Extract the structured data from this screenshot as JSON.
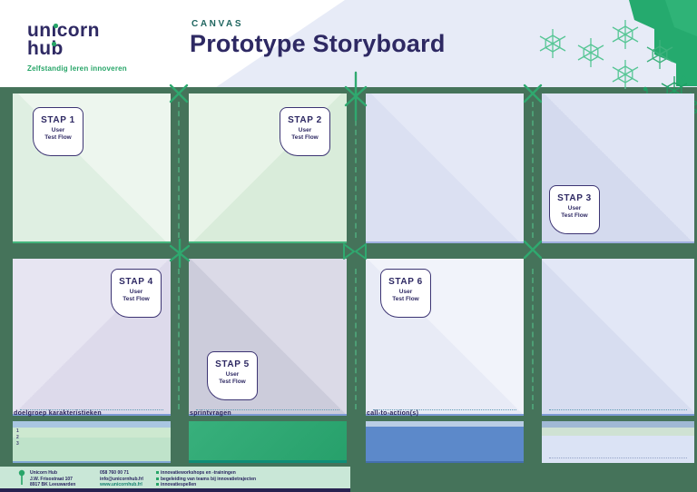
{
  "header": {
    "kicker": "CANVAS",
    "title": "Prototype Storyboard",
    "logo_line1": "unıcorn",
    "logo_line2": "hub",
    "tagline": "Zelfstandig leren innoveren"
  },
  "badges": [
    {
      "step": "STAP 1",
      "line1": "User",
      "line2": "Test Flow"
    },
    {
      "step": "STAP 2",
      "line1": "User",
      "line2": "Test Flow"
    },
    {
      "step": "STAP 3",
      "line1": "User",
      "line2": "Test Flow"
    },
    {
      "step": "STAP 4",
      "line1": "User",
      "line2": "Test Flow"
    },
    {
      "step": "STAP 5",
      "line1": "User",
      "line2": "Test Flow"
    },
    {
      "step": "STAP 6",
      "line1": "User",
      "line2": "Test Flow"
    }
  ],
  "bottom": {
    "boxes": [
      {
        "label": "doelgroep karakteristieken"
      },
      {
        "label": "sprintvragen"
      },
      {
        "label": "call-to-action(s)"
      },
      {
        "label": ""
      }
    ],
    "list_numbers": [
      "1",
      "2",
      "3"
    ]
  },
  "footer": {
    "org": "Unicorn Hub",
    "address1": "J.W. Frisostraat 107",
    "address2": "8917 BK Leeuwarden",
    "phone": "058 760 00 71",
    "email": "info@unicornhub.frl",
    "website": "www.unicornhub.frl",
    "services": [
      "innovatieworkshops en -trainingen",
      "begeleiding van teams bij innovatietrajecten",
      "innovatiespellen"
    ]
  },
  "colors": {
    "accent_green": "#27a568",
    "canvas_green": "#45735a",
    "navy": "#2e2963",
    "box_green": "#2ea873",
    "box_blue": "#5a87c8"
  }
}
